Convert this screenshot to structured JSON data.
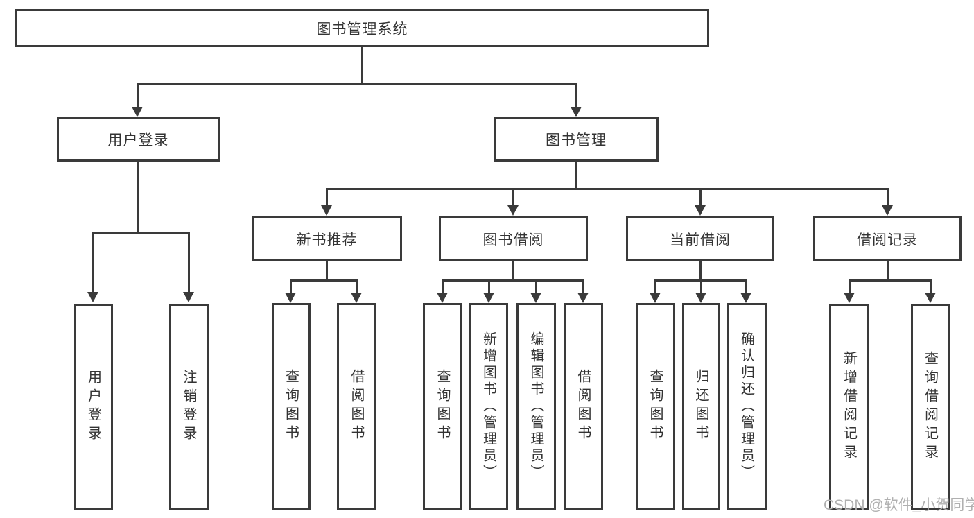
{
  "nodes": {
    "root": "图书管理系统",
    "user_login": "用户登录",
    "book_mgmt": "图书管理",
    "new_book_rec": "新书推荐",
    "book_borrow": "图书借阅",
    "current_borrow": "当前借阅",
    "borrow_records": "借阅记录",
    "login_user_login": "用户登录",
    "login_logout": "注销登录",
    "rec_query_books": "查询图书",
    "rec_borrow_books": "借阅图书",
    "borrow_query_books": "查询图书",
    "borrow_add_books": "新增图书（管理员）",
    "borrow_edit_books": "编辑图书（管理员）",
    "borrow_borrow_books": "借阅图书",
    "current_query_books": "查询图书",
    "current_return_books": "归还图书",
    "current_confirm_return": "确认归还（管理员）",
    "records_add_record": "新增借阅记录",
    "records_query_record": "查询借阅记录"
  },
  "watermark": "CSDN @软件_小贺同学",
  "colors": {
    "line": "#3a3a3a",
    "text": "#333333",
    "background": "#ffffff",
    "watermark": "#b0b0b0"
  }
}
